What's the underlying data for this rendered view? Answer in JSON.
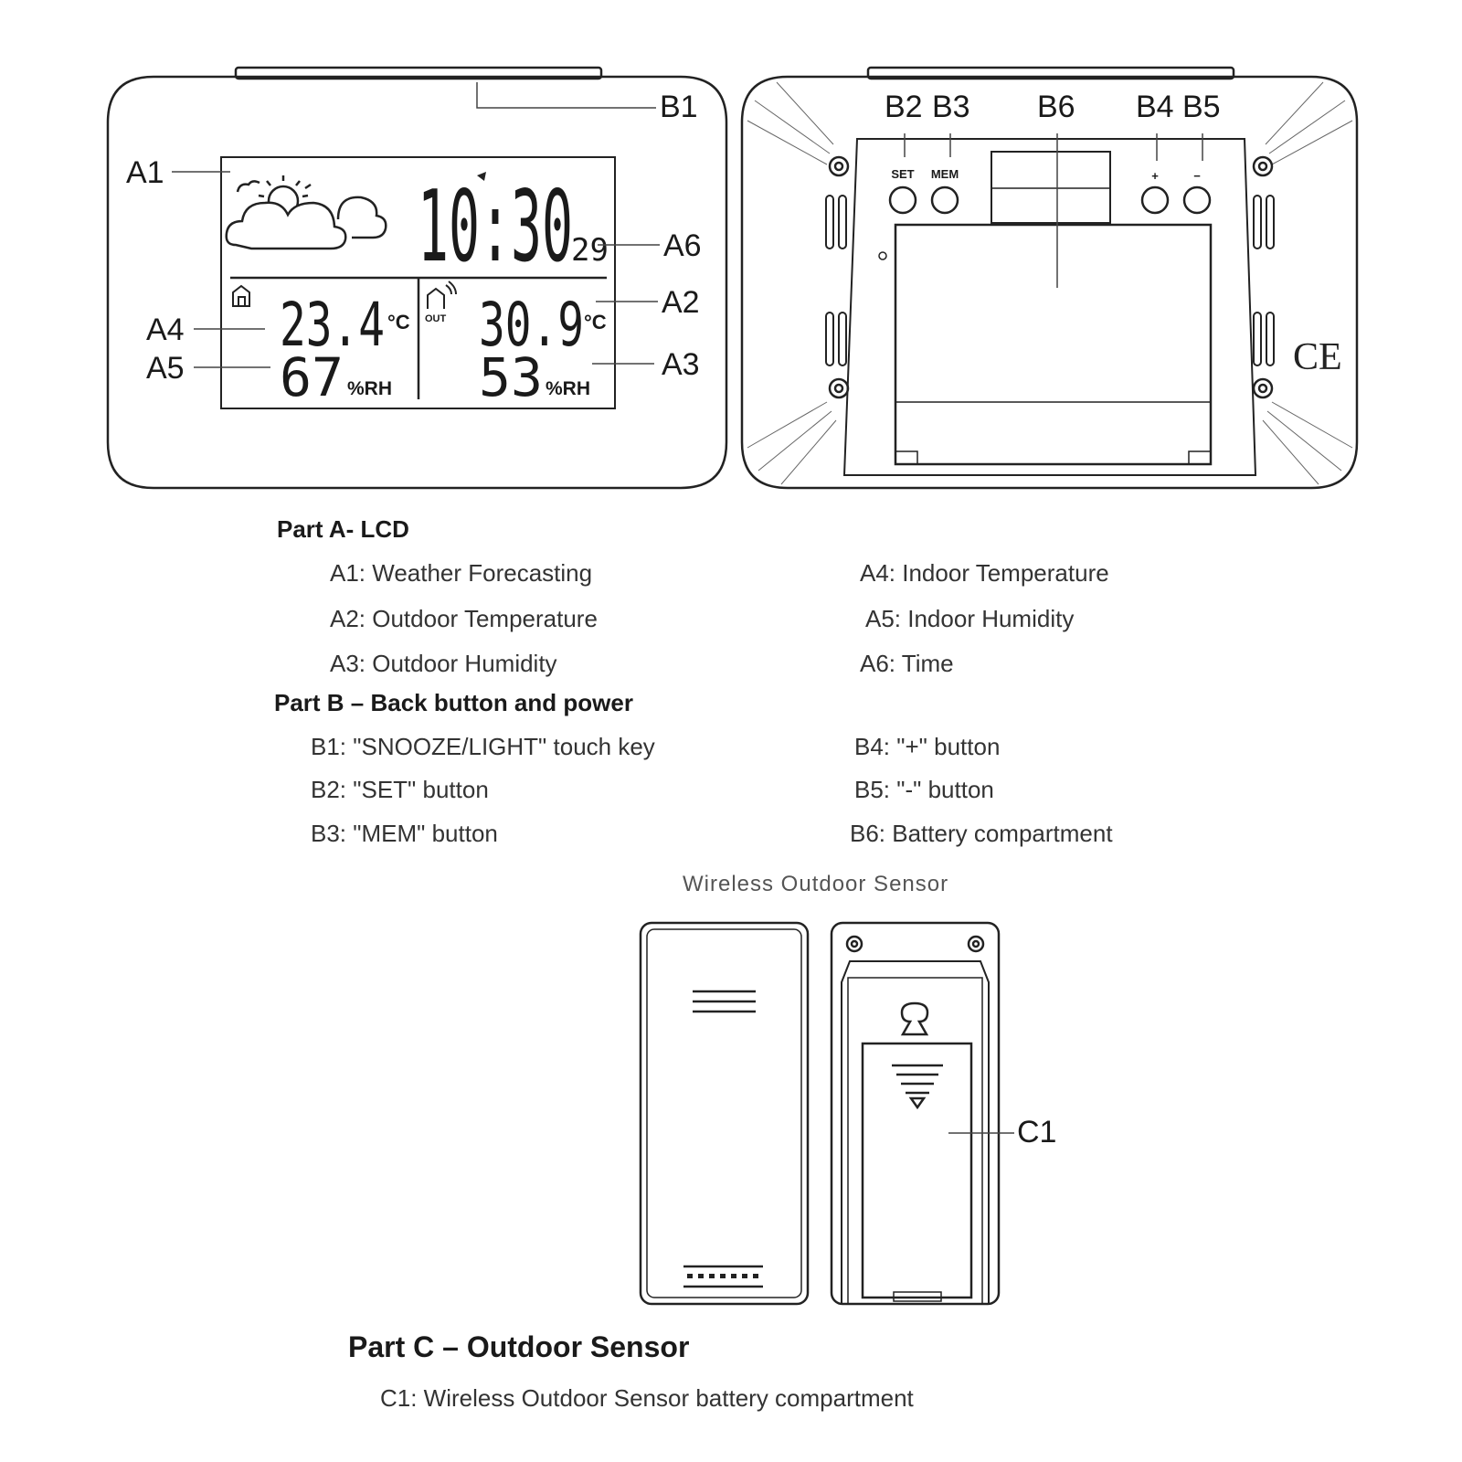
{
  "front_unit": {
    "time": {
      "hm": "10:30",
      "seconds": "29"
    },
    "indoor": {
      "temp": "23.4",
      "temp_unit": "°C",
      "humidity": "67",
      "humidity_unit": "%RH"
    },
    "outdoor": {
      "label": "OUT",
      "temp": "30.9",
      "temp_unit": "°C",
      "humidity": "53",
      "humidity_unit": "%RH"
    },
    "weather_icon": "sun-cloud-icon",
    "callouts": {
      "a1": "A1",
      "a2": "A2",
      "a3": "A3",
      "a4": "A4",
      "a5": "A5",
      "a6": "A6",
      "b1": "B1"
    }
  },
  "back_unit": {
    "buttons": {
      "set": "SET",
      "mem": "MEM",
      "plus": "+",
      "minus": "−"
    },
    "callouts": {
      "b2": "B2",
      "b3": "B3",
      "b4": "B4",
      "b5": "B5",
      "b6": "B6"
    },
    "ce_mark": "CE"
  },
  "part_a": {
    "heading": "Part A- LCD",
    "items": [
      "A1: Weather Forecasting",
      "A2: Outdoor Temperature",
      "A3: Outdoor Humidity",
      "A4: Indoor Temperature",
      "A5: Indoor Humidity",
      "A6: Time"
    ]
  },
  "part_b": {
    "heading": "Part B – Back button and power",
    "items": [
      "B1: \"SNOOZE/LIGHT\" touch key",
      "B2: \"SET\" button",
      "B3: \"MEM\" button",
      "B4: \"+\" button",
      "B5: \"-\" button",
      "B6: Battery compartment"
    ]
  },
  "sensor": {
    "title": "Wireless Outdoor Sensor",
    "callout": "C1"
  },
  "part_c": {
    "heading": "Part C – Outdoor Sensor",
    "items": [
      "C1: Wireless Outdoor Sensor battery compartment"
    ]
  }
}
